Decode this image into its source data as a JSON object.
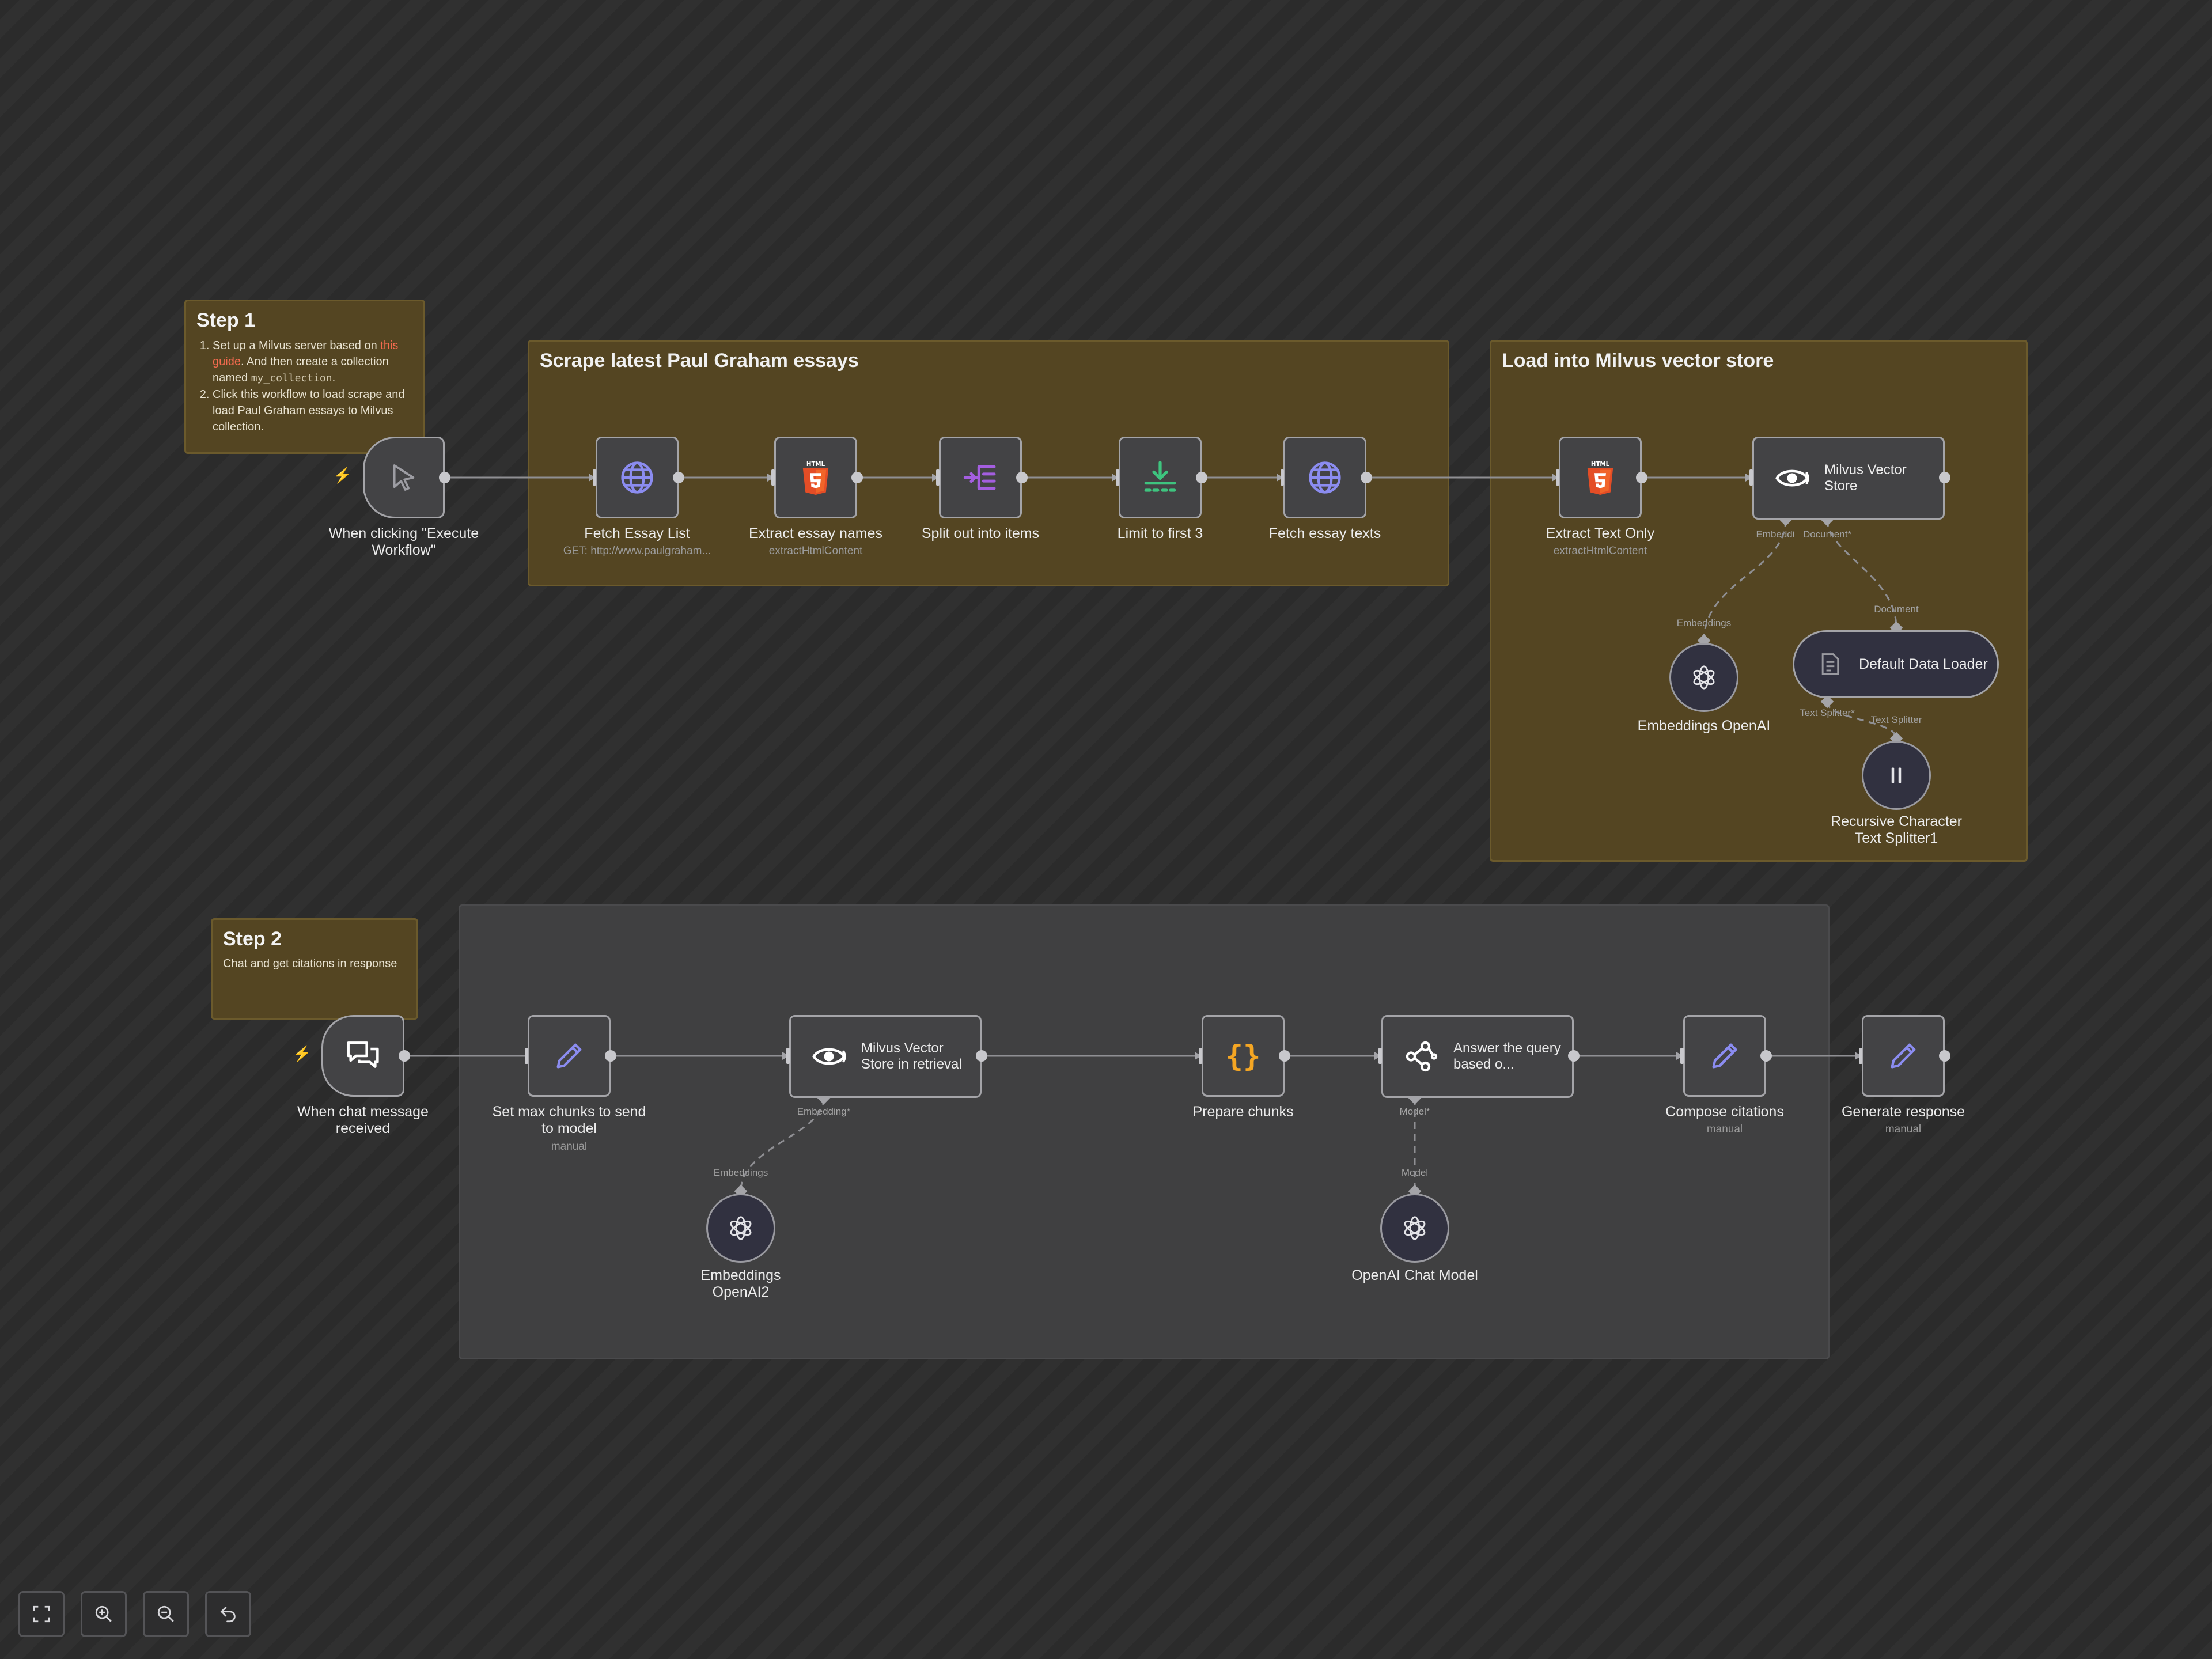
{
  "sticky_step1": {
    "title": "Step 1",
    "item1_pre": "Set up a Milvus server based on ",
    "item1_link": "this guide",
    "item1_mid": ". And then create a collection named ",
    "item1_code": "my_collection",
    "item1_post": ".",
    "item2": "Click this workflow to load scrape and load Paul Graham essays to Milvus collection."
  },
  "sticky_step2": {
    "title": "Step 2",
    "text": "Chat and get citations in response"
  },
  "groups": {
    "scrape": "Scrape latest Paul Graham essays",
    "load": "Load into Milvus vector store"
  },
  "nodes": {
    "manual_trigger": {
      "label": "When clicking \"Execute Workflow\""
    },
    "fetch_essay_list": {
      "label": "Fetch Essay List",
      "subtitle": "GET: http://www.paulgraham..."
    },
    "extract_essay_names": {
      "label": "Extract essay names",
      "subtitle": "extractHtmlContent"
    },
    "split_out": {
      "label": "Split out into items"
    },
    "limit": {
      "label": "Limit to first 3"
    },
    "fetch_essay_texts": {
      "label": "Fetch essay texts"
    },
    "extract_text_only": {
      "label": "Extract Text Only",
      "subtitle": "extractHtmlContent"
    },
    "milvus_store": {
      "label": "Milvus Vector Store"
    },
    "embeddings_openai": {
      "label": "Embeddings OpenAI"
    },
    "default_data_loader": {
      "label": "Default Data Loader"
    },
    "text_splitter": {
      "label": "Recursive Character Text Splitter1"
    },
    "chat_trigger": {
      "label": "When chat message received"
    },
    "set_max_chunks": {
      "label": "Set max chunks to send to model",
      "subtitle": "manual"
    },
    "milvus_retrieval": {
      "label": "Milvus Vector Store in retrieval"
    },
    "prepare_chunks": {
      "label": "Prepare chunks"
    },
    "answer_query": {
      "label": "Answer the query based o..."
    },
    "compose_citations": {
      "label": "Compose citations",
      "subtitle": "manual"
    },
    "generate_response": {
      "label": "Generate response",
      "subtitle": "manual"
    },
    "embeddings_openai2": {
      "label": "Embeddings OpenAI2"
    },
    "openai_chat_model": {
      "label": "OpenAI Chat Model"
    }
  },
  "ports": {
    "milvus_embedding": "Embeddi",
    "milvus_document": "Document*",
    "emb_in": "Embeddings",
    "doc_in": "Document",
    "loader_text_splitter": "Text Splitter*",
    "splitter_in": "Text Splitter",
    "retrieval_embedding": "Embedding*",
    "emb2_in": "Embeddings",
    "answer_model": "Model*",
    "chatmodel_in": "Model"
  },
  "icons": {
    "manual_trigger": "cursor-icon",
    "fetch": "globe-icon",
    "html": "html5-icon",
    "split": "split-icon",
    "limit": "limit-icon",
    "vector_store": "eye-icon",
    "openai": "openai-icon",
    "loader": "document-icon",
    "splitter": "pause-icon",
    "chat": "chat-icon",
    "edit": "pencil-icon",
    "code": "braces-icon",
    "chain": "chain-icon"
  },
  "colors": {
    "accent_purple": "#8b8cf0",
    "html_orange": "#e44d26",
    "limit_green": "#3ec47f",
    "code_orange": "#f5a623",
    "trigger_red": "#e8583c",
    "link_red": "#f46b4f",
    "group_gold": "#544522",
    "group_gray": "#404041"
  }
}
